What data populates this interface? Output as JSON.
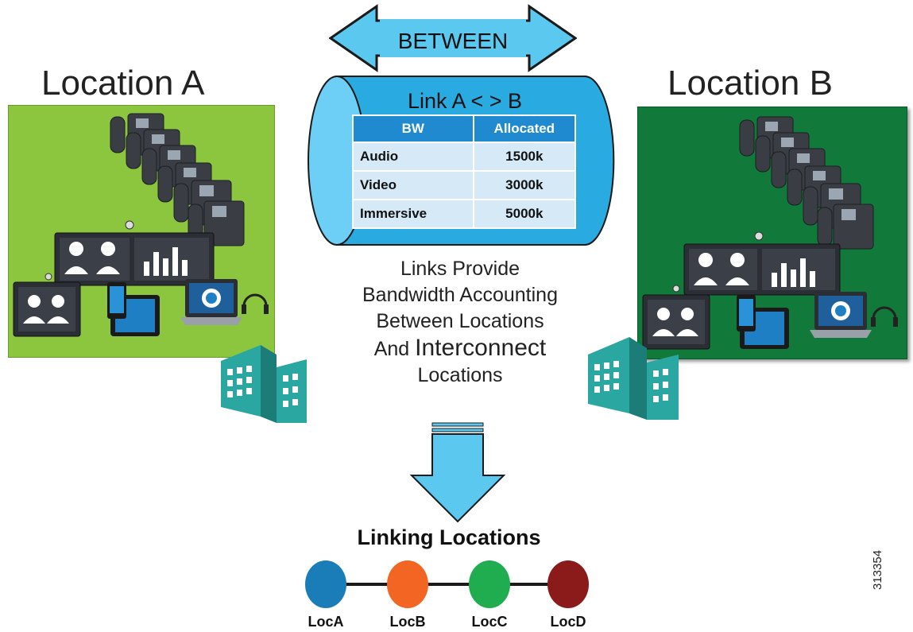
{
  "location_a": {
    "title": "Location A",
    "color": "#8cc63f"
  },
  "location_b": {
    "title": "Location B",
    "color": "#117a3a"
  },
  "between_arrow": {
    "label": "BETWEEN"
  },
  "link": {
    "title": "Link A < > B",
    "table": {
      "headers": [
        "BW",
        "Allocated"
      ],
      "rows": [
        {
          "type": "Audio",
          "value": "1500k"
        },
        {
          "type": "Video",
          "value": "3000k"
        },
        {
          "type": "Immersive",
          "value": "5000k"
        }
      ]
    }
  },
  "caption": {
    "line1": "Links Provide",
    "line2": "Bandwidth Accounting",
    "line3": "Between Locations",
    "line4_pre": "And ",
    "line4_big": "Interconnect",
    "line5": "Locations"
  },
  "linking": {
    "title": "Linking Locations",
    "nodes": [
      {
        "label": "LocA",
        "color": "#1b7db8"
      },
      {
        "label": "LocB",
        "color": "#f26522"
      },
      {
        "label": "LocC",
        "color": "#1fad4f"
      },
      {
        "label": "LocD",
        "color": "#8b1a1a"
      }
    ]
  },
  "figure_id": "313354"
}
